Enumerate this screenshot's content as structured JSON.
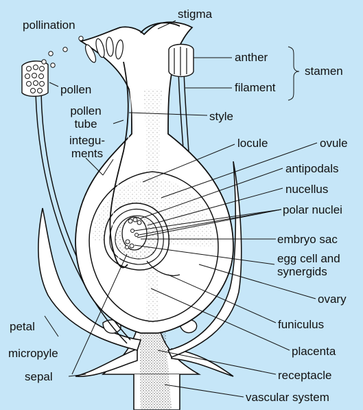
{
  "colors": {
    "background": "#c6e6f8",
    "plant_fill": "#ffffff",
    "line": "#111111"
  },
  "labels": {
    "pollination": "pollination",
    "stigma": "stigma",
    "anther": "anther",
    "filament": "filament",
    "stamen": "stamen",
    "pollen": "pollen",
    "pollen_tube_1": "pollen",
    "pollen_tube_2": "tube",
    "style": "style",
    "integuments_1": "integu-",
    "integuments_2": "ments",
    "locule": "locule",
    "ovule": "ovule",
    "antipodals": "antipodals",
    "nucellus": "nucellus",
    "polar_nuclei": "polar nuclei",
    "embryo_sac": "embryo sac",
    "egg_cell_1": "egg cell and",
    "egg_cell_2": "synergids",
    "ovary": "ovary",
    "funiculus": "funiculus",
    "petal": "petal",
    "placenta": "placenta",
    "micropyle": "micropyle",
    "sepal": "sepal",
    "receptacle": "receptacle",
    "vascular_system": "vascular system"
  }
}
